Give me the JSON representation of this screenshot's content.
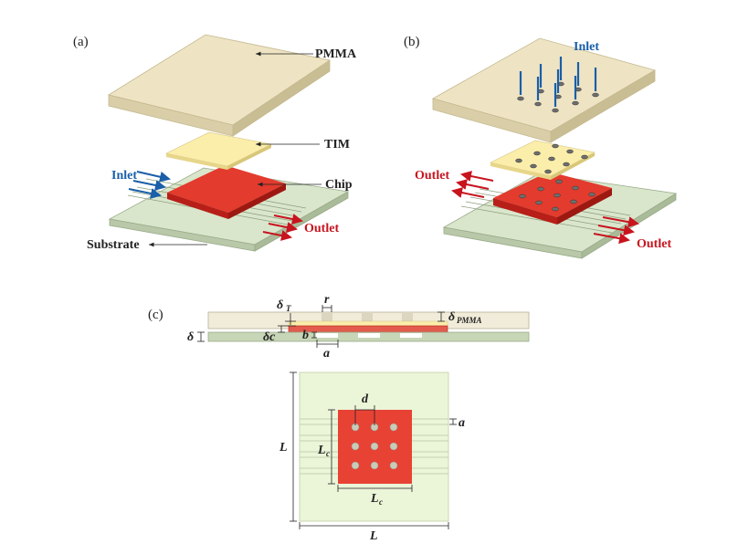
{
  "colors": {
    "pmma_top": "#eee4c4",
    "pmma_side": "#d9cea8",
    "tim_top": "#fbeeaa",
    "tim_side": "#e7d68a",
    "chip_top": "#e33b2d",
    "chip_side": "#b71f18",
    "substrate_top": "#d9e6cc",
    "substrate_side": "#b8c8a8",
    "inlet_blue": "#1a5fa8",
    "outlet_red": "#c8141e",
    "light_green_bg": "#ebf5d8"
  },
  "panel_a": {
    "tag": "(a)",
    "pmma": "PMMA",
    "tim": "TIM",
    "chip": "Chip",
    "inlet": "Inlet",
    "outlet": "Outlet",
    "substrate": "Substrate"
  },
  "panel_b": {
    "tag": "(b)",
    "inlet": "Inlet",
    "outlet_left": "Outlet",
    "outlet_right": "Outlet"
  },
  "panel_c": {
    "tag": "(c)",
    "delta_t": "δ",
    "delta_t_sub": "T",
    "r": "r",
    "delta_pmma": "δ",
    "delta_pmma_sub": "PMMA",
    "delta": "δ",
    "delta_c": "δc",
    "b": "b",
    "a_section": "a",
    "d": "d",
    "a_top": "a",
    "L_side": "L",
    "Lc_side": "L",
    "Lc_side_sub": "c",
    "Lc_bottom": "L",
    "Lc_bottom_sub": "c",
    "L_bottom": "L"
  }
}
